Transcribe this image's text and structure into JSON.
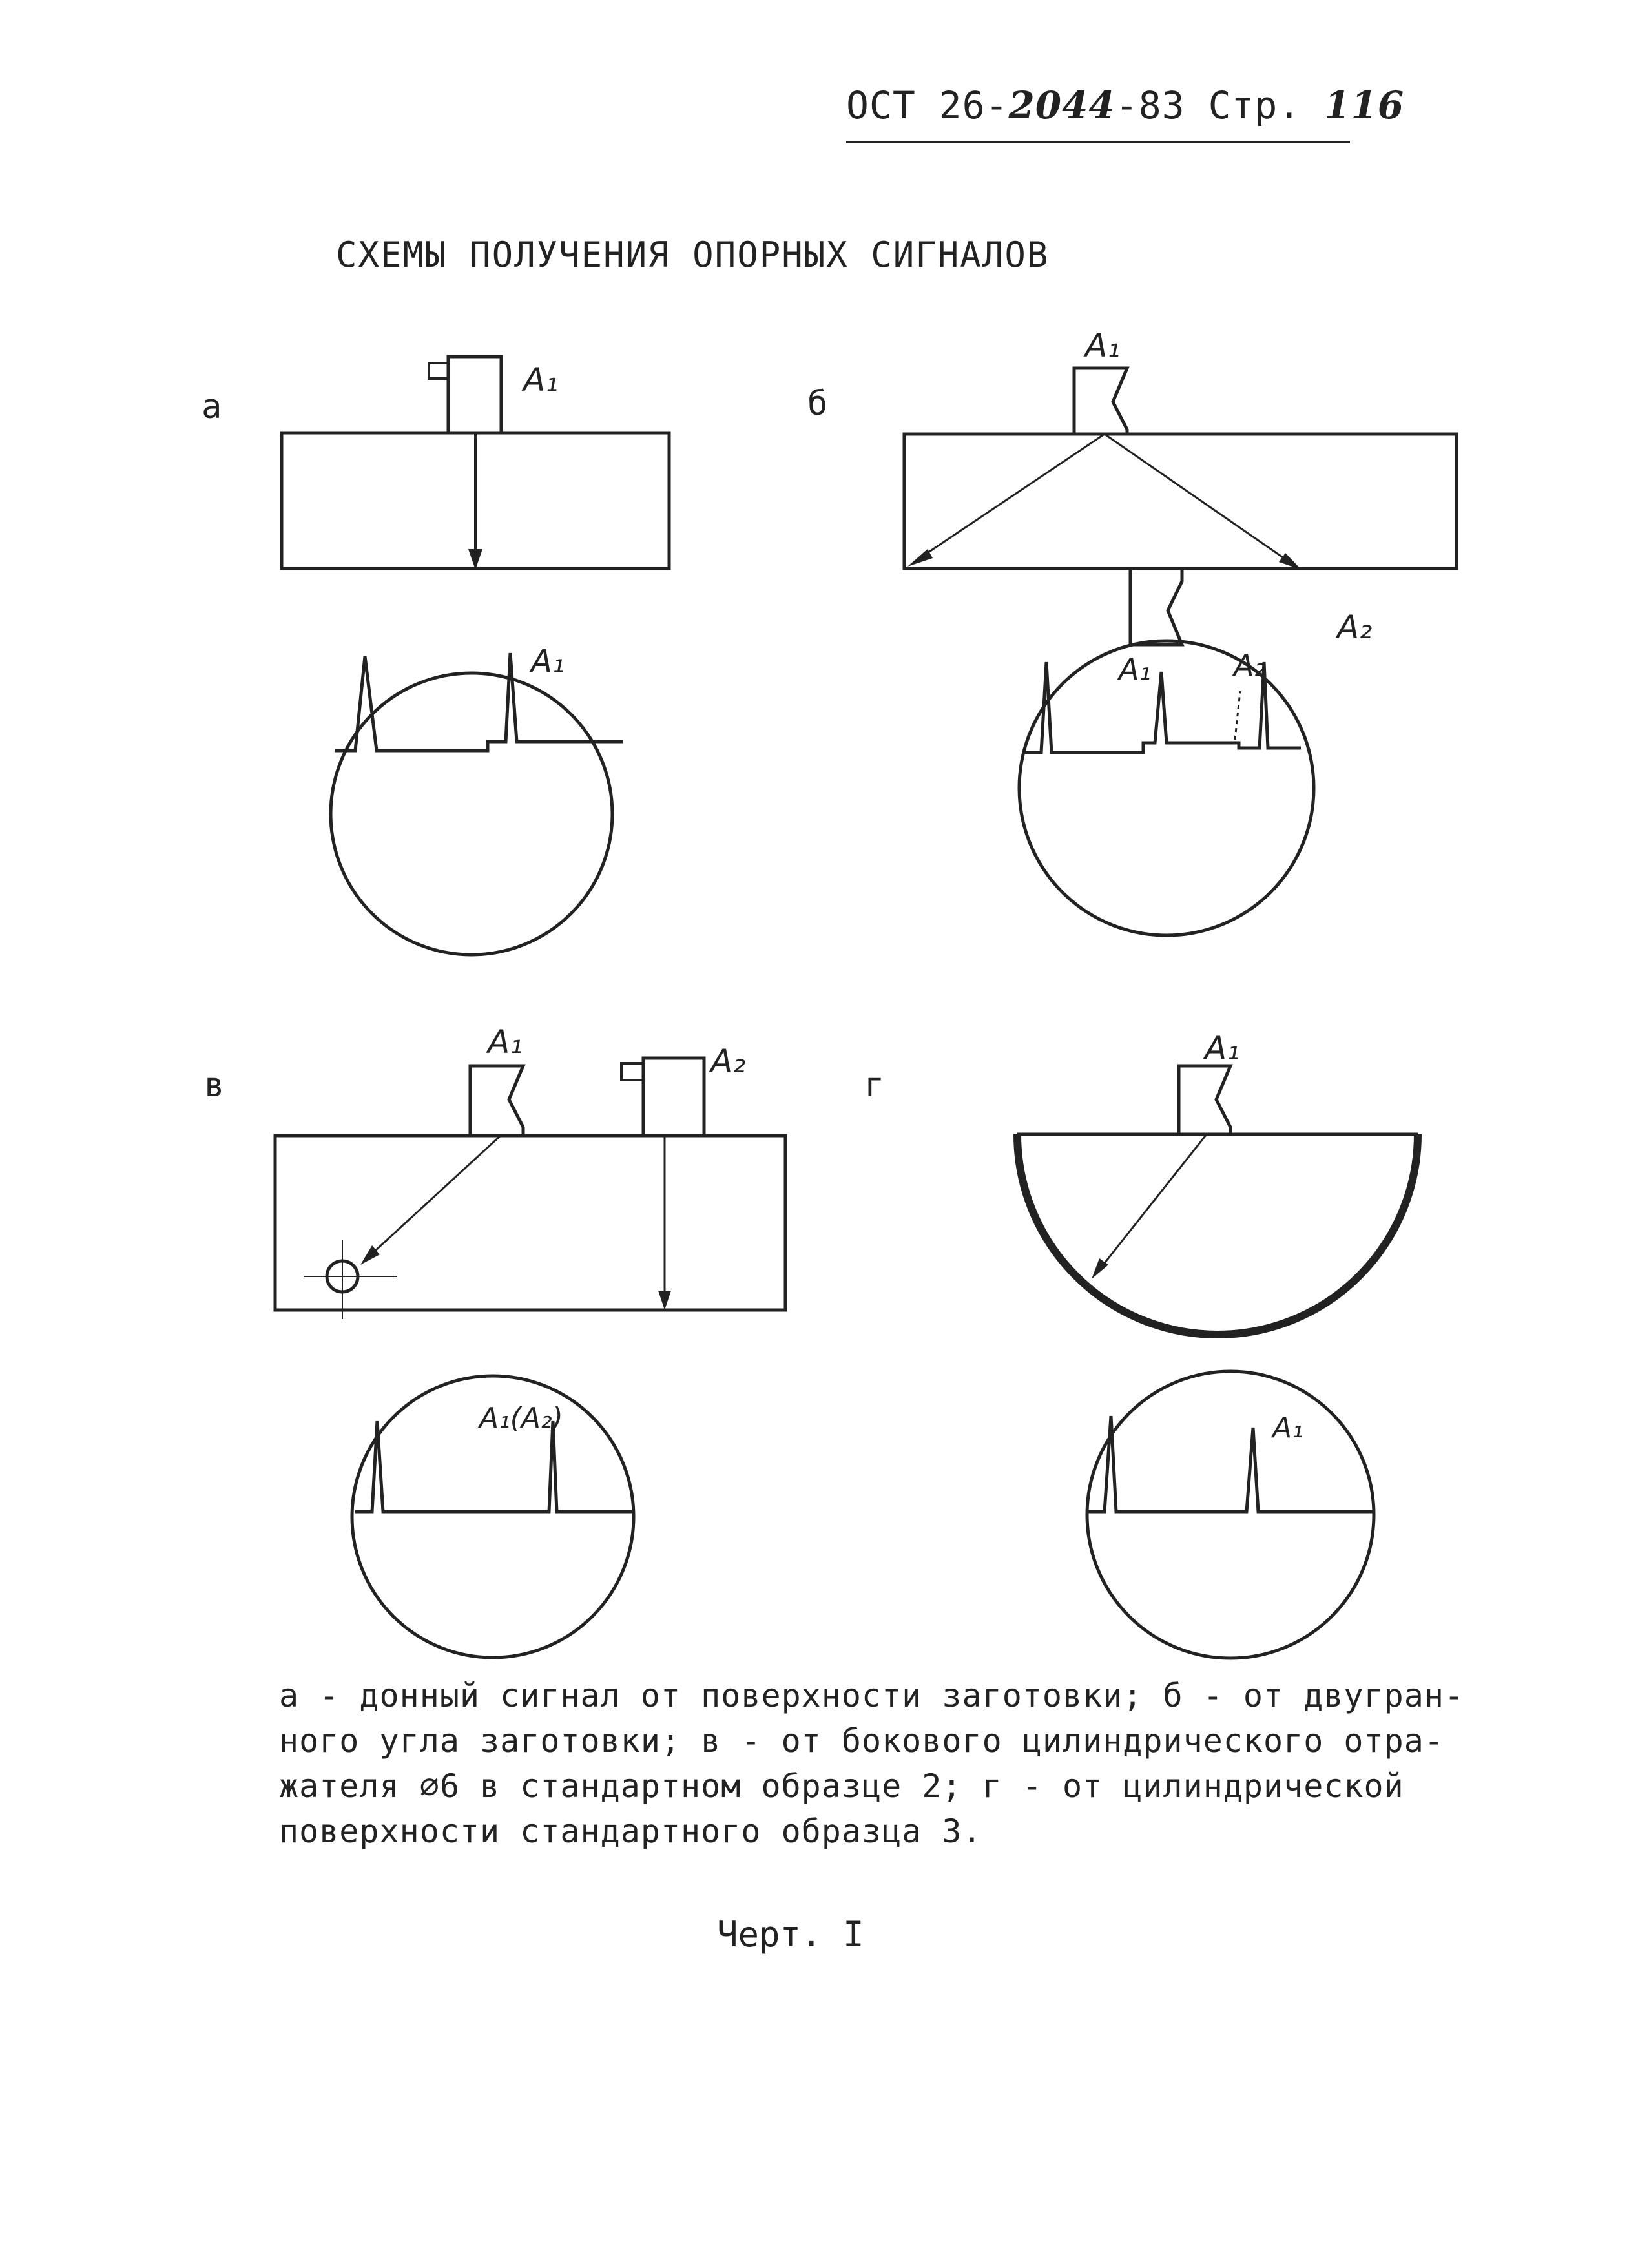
{
  "header": {
    "standard_prefix": "ОСТ 26-",
    "standard_number": "2044",
    "standard_year": "-83",
    "page_label": "Стр.",
    "page_number": "116"
  },
  "title": "СХЕМЫ ПОЛУЧЕНИЯ ОПОРНЫХ СИГНАЛОВ",
  "figures": {
    "a": {
      "letter": "а",
      "probe_label": "A₁",
      "screen_label": "A₁"
    },
    "b": {
      "letter": "б",
      "probe1_label": "A₁",
      "probe2_label": "A₂",
      "screen_label1": "A₁",
      "screen_label2": "A₂"
    },
    "v": {
      "letter": "в",
      "probe1_label": "A₁",
      "probe2_label": "A₂",
      "screen_label": "A₁(A₂)"
    },
    "g": {
      "letter": "г",
      "probe_label": "A₁",
      "screen_label": "A₁"
    }
  },
  "caption_lines": [
    "а - донный сигнал от поверхности заготовки; б - от двугран-",
    "ного угла заготовки;  в - от бокового цилиндрического отра-",
    "жателя  ⌀6 в стандартном образце 2; г - от цилиндрической",
    "поверхности стандартного образца 3."
  ],
  "drawing_label": "Черт. I"
}
